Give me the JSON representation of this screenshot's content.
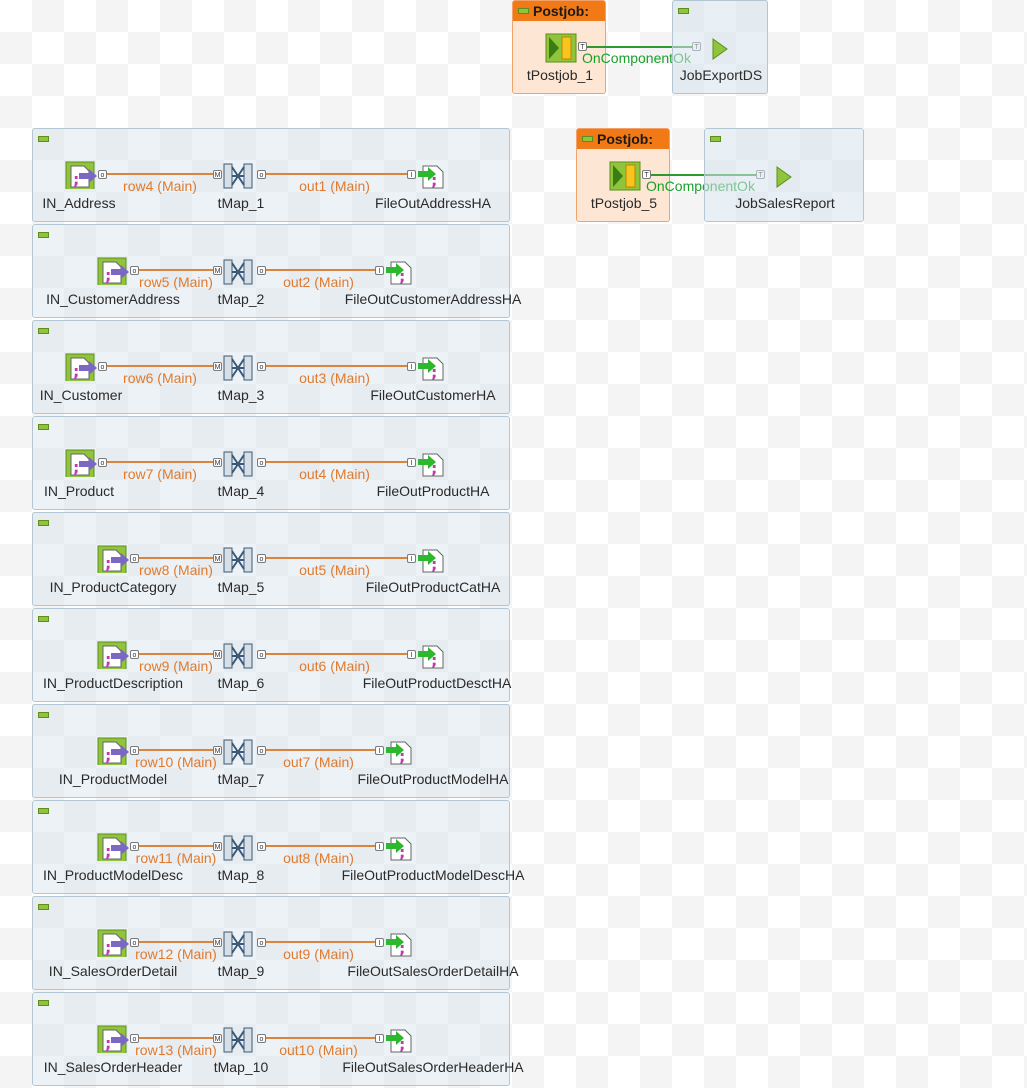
{
  "postjobs": [
    {
      "header": "Postjob:",
      "component": "tPostjob_1",
      "link": "OnComponentOk",
      "target": "JobExportDS"
    },
    {
      "header": "Postjob:",
      "component": "tPostjob_5",
      "link": "OnComponentOk",
      "target": "JobSalesReport"
    }
  ],
  "subjobs": [
    {
      "input": "IN_Address",
      "row": "row4 (Main)",
      "map": "tMap_1",
      "out": "out1 (Main)",
      "output": "FileOutAddressHA"
    },
    {
      "input": "IN_CustomerAddress",
      "row": "row5 (Main)",
      "map": "tMap_2",
      "out": "out2 (Main)",
      "output": "FileOutCustomerAddressHA"
    },
    {
      "input": "IN_Customer",
      "row": "row6 (Main)",
      "map": "tMap_3",
      "out": "out3 (Main)",
      "output": "FileOutCustomerHA"
    },
    {
      "input": "IN_Product",
      "row": "row7 (Main)",
      "map": "tMap_4",
      "out": "out4 (Main)",
      "output": "FileOutProductHA"
    },
    {
      "input": "IN_ProductCategory",
      "row": "row8 (Main)",
      "map": "tMap_5",
      "out": "out5 (Main)",
      "output": "FileOutProductCatHA"
    },
    {
      "input": "IN_ProductDescription",
      "row": "row9 (Main)",
      "map": "tMap_6",
      "out": "out6 (Main)",
      "output": "FileOutProductDesctHA"
    },
    {
      "input": "IN_ProductModel",
      "row": "row10 (Main)",
      "map": "tMap_7",
      "out": "out7 (Main)",
      "output": "FileOutProductModelHA"
    },
    {
      "input": "IN_ProductModelDesc",
      "row": "row11 (Main)",
      "map": "tMap_8",
      "out": "out8 (Main)",
      "output": "FileOutProductModelDescHA"
    },
    {
      "input": "IN_SalesOrderDetail",
      "row": "row12 (Main)",
      "map": "tMap_9",
      "out": "out9 (Main)",
      "output": "FileOutSalesOrderDetailHA"
    },
    {
      "input": "IN_SalesOrderHeader",
      "row": "row13 (Main)",
      "map": "tMap_10",
      "out": "out10 (Main)",
      "output": "FileOutSalesOrderHeaderHA"
    }
  ],
  "colors": {
    "data_link": "#d9853b",
    "trigger_link": "#2e9a2e",
    "postjob_header": "#f27a16",
    "subjob_bg": "#d6e3ec"
  },
  "icons": {
    "input": "file-input-icon",
    "map": "tmap-icon",
    "output": "file-output-icon",
    "postjob": "postjob-icon",
    "run_job": "run-job-icon"
  }
}
